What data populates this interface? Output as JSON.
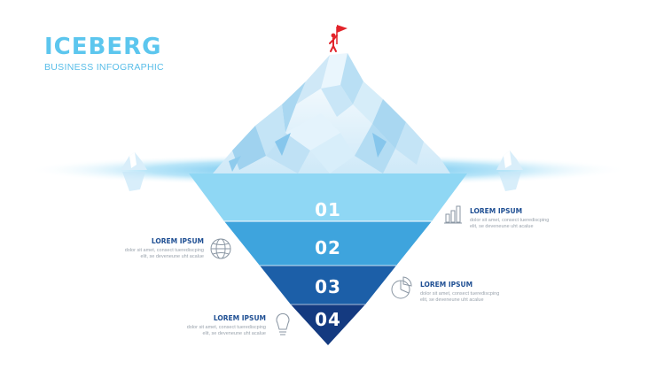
{
  "title": "ICEBERG",
  "subtitle": "BUSINESS INFOGRAPHIC",
  "tiers": [
    {
      "number": "01",
      "color": "#8fd7f4"
    },
    {
      "number": "02",
      "color": "#3ea4dd"
    },
    {
      "number": "03",
      "color": "#1c5fa8"
    },
    {
      "number": "04",
      "color": "#143a80"
    }
  ],
  "items": [
    {
      "heading": "LOREM IPSUM",
      "body_line1": "dolor sit amet, consect tuerediscping",
      "body_line2": "elit, se deveneune uht acalue",
      "icon": "bar-chart-icon"
    },
    {
      "heading": "LOREM IPSUM",
      "body_line1": "dolor sit amet, consect tuerediscping",
      "body_line2": "elit, se deveneune uht acalue",
      "icon": "globe-icon"
    },
    {
      "heading": "LOREM IPSUM",
      "body_line1": "dolor sit amet, consect tuerediscping",
      "body_line2": "elit, se deveneune uht acalue",
      "icon": "pie-chart-icon"
    },
    {
      "heading": "LOREM IPSUM",
      "body_line1": "dolor sit amet, consect tuerediscping",
      "body_line2": "elit, se deveneune uht acalue",
      "icon": "lightbulb-icon"
    }
  ],
  "colors": {
    "accent": "#5cc6ee",
    "heading": "#1f4f93",
    "flag": "#e2232a"
  }
}
